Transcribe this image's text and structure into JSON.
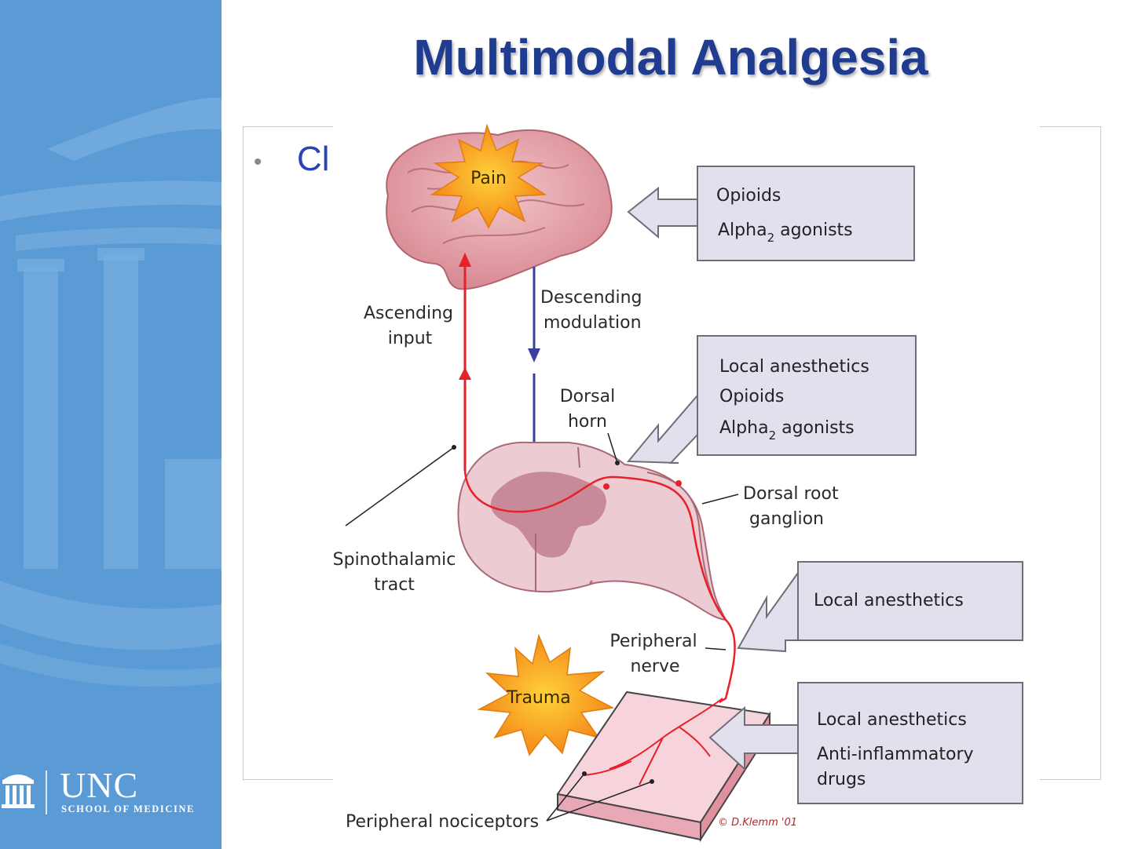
{
  "slide": {
    "title": "Multimodal Analgesia",
    "bullet_text": "Cl"
  },
  "logo": {
    "name": "UNC",
    "subtitle": "SCHOOL OF MEDICINE"
  },
  "colors": {
    "sidebar": "#5b9bd5",
    "title": "#1f3c91",
    "bullet": "#2a44b8",
    "ascending_arrow": "#e8202a",
    "descending_arrow": "#3a3d9e",
    "drug_box_fill": "#e2e0ec",
    "burst_fill": "#f7a823"
  },
  "diagram": {
    "pain_label": "Pain",
    "trauma_label": "Trauma",
    "ascending_label": [
      "Ascending",
      "input"
    ],
    "descending_label": [
      "Descending",
      "modulation"
    ],
    "dorsal_horn_label": [
      "Dorsal",
      "horn"
    ],
    "dorsal_root_ganglion_label": [
      "Dorsal root",
      "ganglion"
    ],
    "spinothalamic_label": [
      "Spinothalamic",
      "tract"
    ],
    "peripheral_nerve_label": [
      "Peripheral",
      "nerve"
    ],
    "peripheral_nociceptors_label": "Peripheral nociceptors",
    "copyright": "© D.Klemm '01",
    "drug_boxes": [
      {
        "target": "brain",
        "items": [
          {
            "text": "Opioids"
          },
          {
            "text": "Alpha",
            "sub": "2",
            "rest": " agonists"
          }
        ]
      },
      {
        "target": "dorsal horn",
        "items": [
          {
            "text": "Local anesthetics"
          },
          {
            "text": "Opioids"
          },
          {
            "text": "Alpha",
            "sub": "2",
            "rest": " agonists"
          }
        ]
      },
      {
        "target": "peripheral nerve",
        "items": [
          {
            "text": "Local anesthetics"
          }
        ]
      },
      {
        "target": "peripheral nociceptors",
        "items": [
          {
            "text": "Local anesthetics"
          },
          {
            "text": "Anti-inflammatory"
          },
          {
            "text": "drugs"
          }
        ]
      }
    ]
  }
}
